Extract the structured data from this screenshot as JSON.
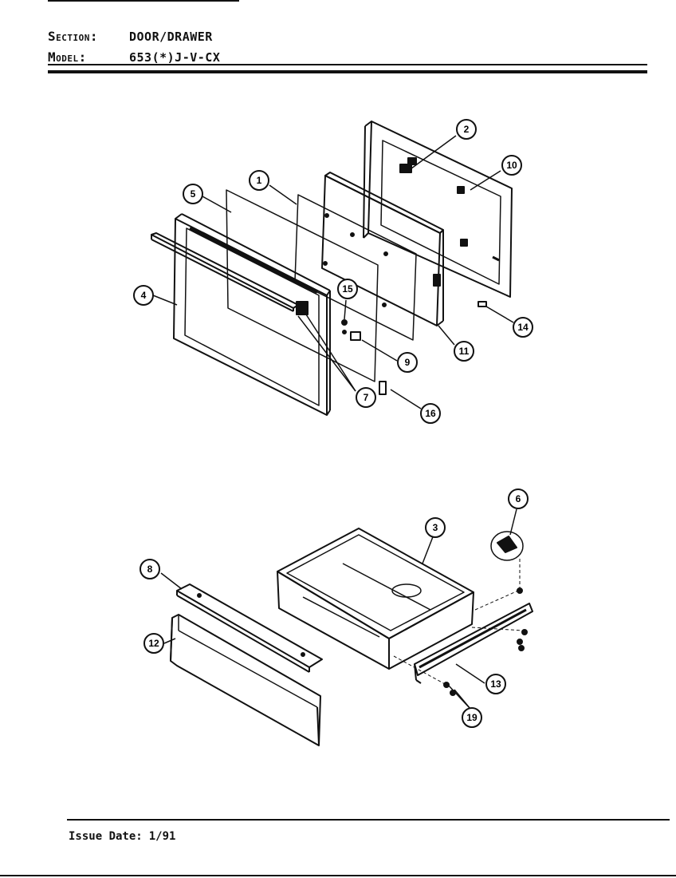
{
  "header": {
    "section_label": "Section:",
    "section_value": "DOOR/DRAWER",
    "model_label": "Model:",
    "model_value": "653(*)J-V-CX"
  },
  "callouts": {
    "c1": "1",
    "c2": "2",
    "c3": "3",
    "c4": "4",
    "c5": "5",
    "c6": "6",
    "c7": "7",
    "c8": "8",
    "c9": "9",
    "c10": "10",
    "c11": "11",
    "c12": "12",
    "c13": "13",
    "c14": "14",
    "c15": "15",
    "c16": "16",
    "c19": "19"
  },
  "footer": {
    "issue_label": "Issue Date:",
    "issue_value": "1/91"
  }
}
